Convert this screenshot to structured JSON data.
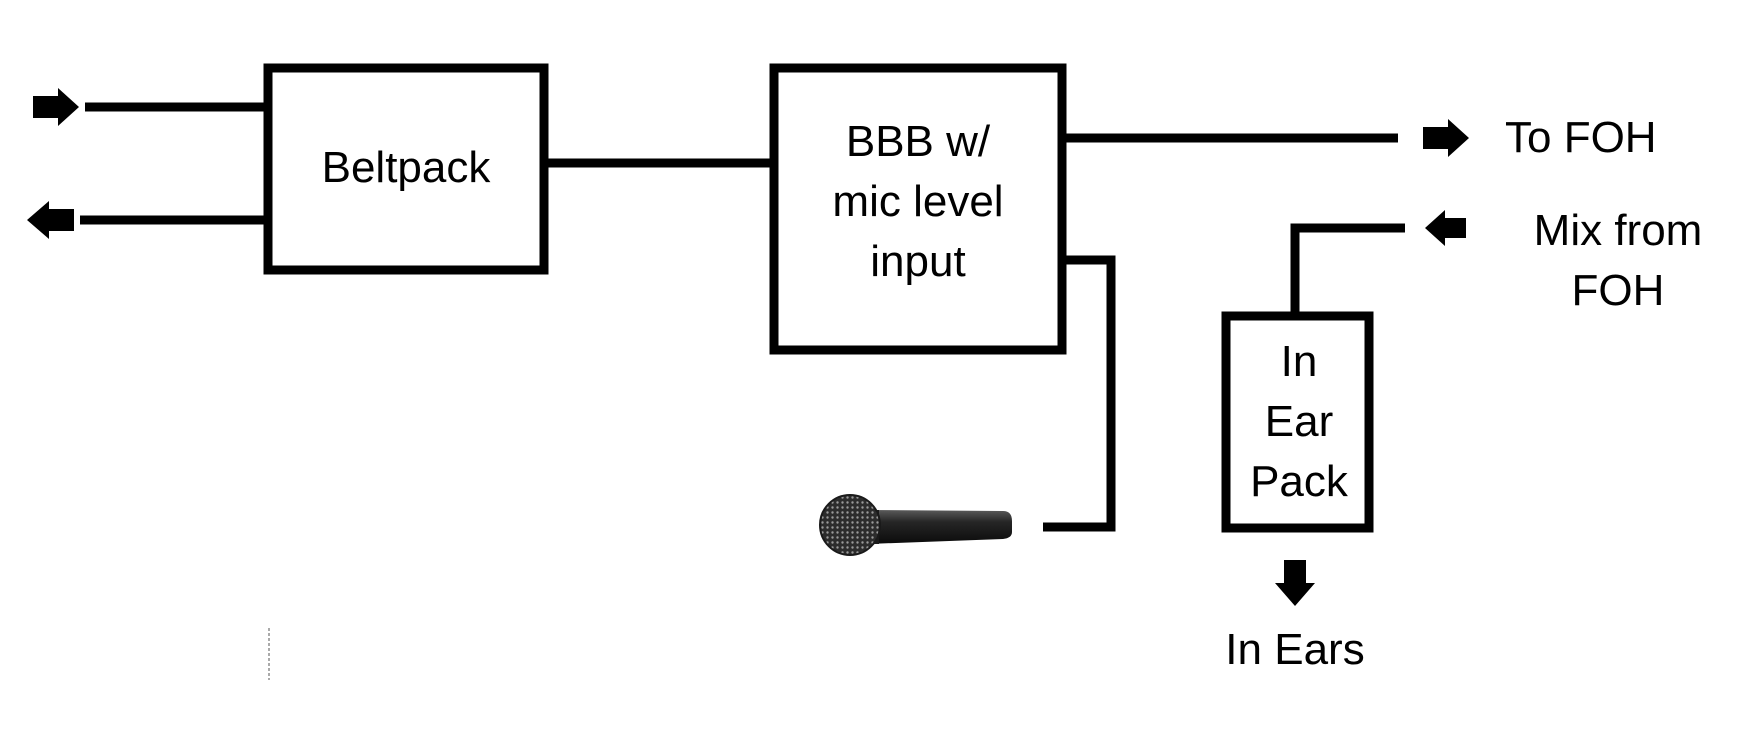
{
  "blocks": {
    "beltpack": "Beltpack",
    "bbb": [
      "BBB w/",
      "mic level",
      "input"
    ],
    "in_ear_pack": [
      "In",
      "Ear",
      "Pack"
    ]
  },
  "labels": {
    "to_foh": "To FOH",
    "mix_from_foh": [
      "Mix from",
      "FOH"
    ],
    "in_ears": "In Ears"
  },
  "icons": {
    "microphone": "microphone-icon",
    "arrows": [
      "arrow-right-icon",
      "arrow-left-icon",
      "arrow-down-icon"
    ]
  },
  "colors": {
    "ink": "#000000",
    "background": "#ffffff"
  }
}
